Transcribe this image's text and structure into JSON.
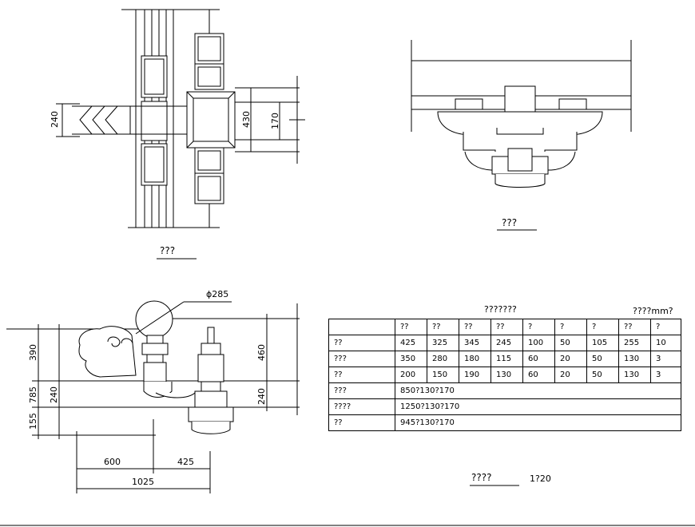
{
  "views": {
    "plan_title": "???",
    "side_title": "???",
    "front_title": "????",
    "front_scale": "1?20"
  },
  "dimensions": {
    "plan_240": "240",
    "plan_430": "430",
    "plan_170": "170",
    "front_390": "390",
    "front_785": "785",
    "front_155": "155",
    "front_240_left": "240",
    "front_460": "460",
    "front_240_right": "240",
    "front_600": "600",
    "front_425": "425",
    "front_1025": "1025",
    "phi_285": "ϕ285"
  },
  "table": {
    "title": "???????",
    "unit": "????mm?",
    "header": [
      "",
      "??",
      "??",
      "??",
      "??",
      "?",
      "?",
      "?",
      "??",
      "?"
    ],
    "rows": [
      [
        "??",
        "425",
        "325",
        "345",
        "245",
        "100",
        "50",
        "105",
        "255",
        "10"
      ],
      [
        "???",
        "350",
        "280",
        "180",
        "115",
        "60",
        "20",
        "50",
        "130",
        "3"
      ],
      [
        "??",
        "200",
        "150",
        "190",
        "130",
        "60",
        "20",
        "50",
        "130",
        "3"
      ]
    ],
    "merged_rows": [
      {
        "label": "???",
        "value": "850?130?170"
      },
      {
        "label": "????",
        "value": "1250?130?170"
      },
      {
        "label": "??",
        "value": "945?130?170"
      }
    ]
  }
}
